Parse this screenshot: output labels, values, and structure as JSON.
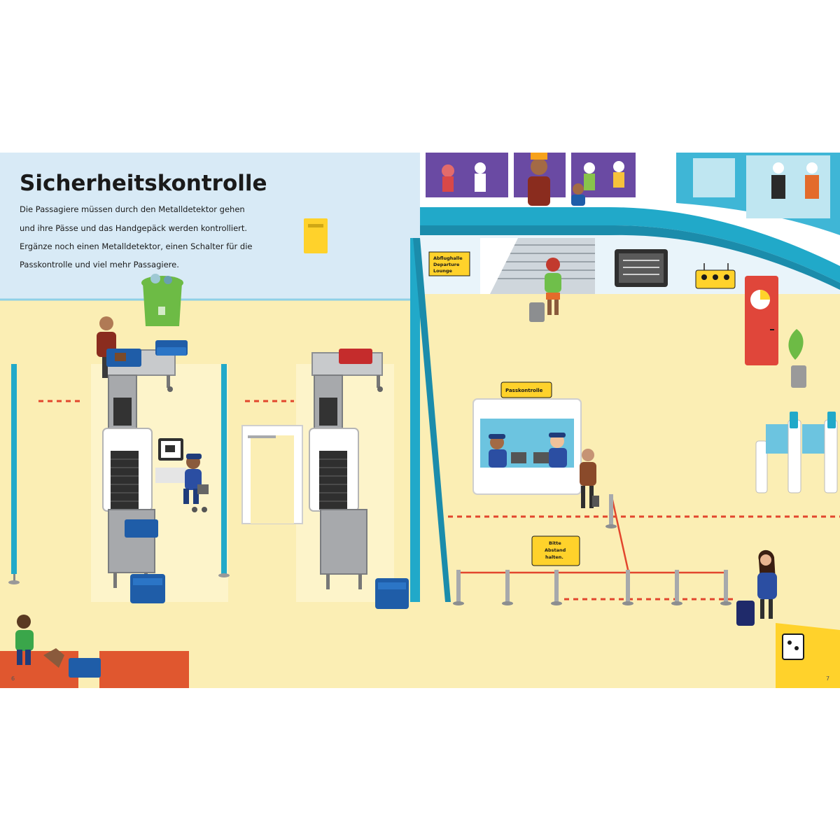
{
  "title": "Sicherheitskontrolle",
  "intro_lines": [
    "Die Passagiere müssen durch den Metalldetektor gehen",
    "und ihre Pässe und das Handgepäck werden kontrolliert.",
    "Ergänze noch einen Metalldetektor, einen Schalter für die",
    "Passkontrolle und viel mehr Passagiere."
  ],
  "signs": {
    "departure": [
      "Abflughalle",
      "Departure",
      "Lounge"
    ],
    "passport_control": "Passkontrolle",
    "wait": [
      "Bitte",
      "Abstand",
      "halten."
    ]
  },
  "page_numbers": {
    "left": "6",
    "right": "7"
  },
  "colors": {
    "wall": "#d8eaf6",
    "floor": "#fbeeb4",
    "floor_light": "#fdf4cc",
    "teal": "#21a9c9",
    "sign_yellow": "#ffd22b",
    "belt_grey": "#a7a9ac",
    "tray_blue": "#1f5da8",
    "rope_red": "#e2462d",
    "carpet": "#e0572f"
  }
}
